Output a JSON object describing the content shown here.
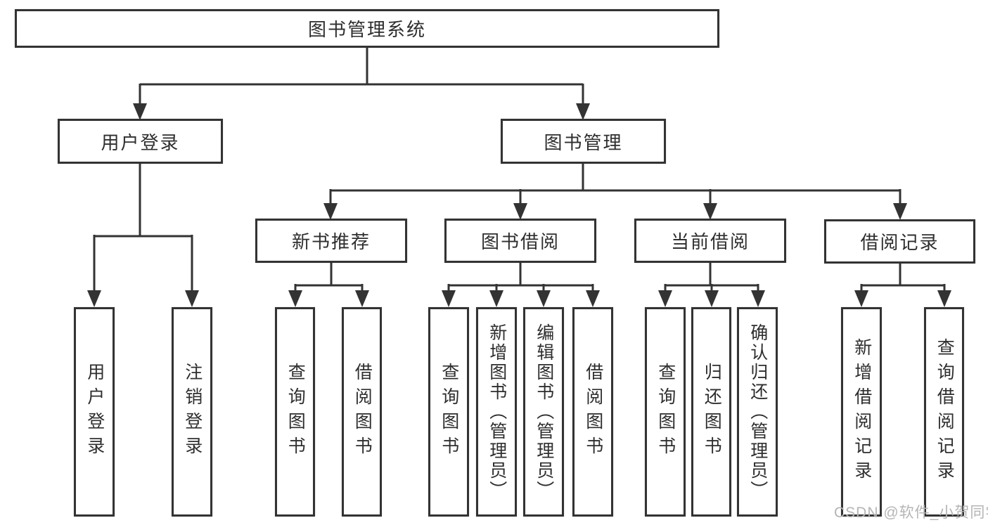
{
  "title": "图书管理系统",
  "watermark": "CSDN @软件_小贺同学",
  "colors": {
    "line": "#333333",
    "box_border": "#333333",
    "text": "#2e2e2e",
    "background": "#ffffff",
    "watermark": "#b5b5b5"
  },
  "nodes": {
    "root": {
      "label": "图书管理系统"
    },
    "user_login": {
      "label": "用户登录",
      "parent": "图书管理系统"
    },
    "book_mgmt": {
      "label": "图书管理",
      "parent": "图书管理系统"
    },
    "new_book_rec": {
      "label": "新书推荐",
      "parent": "图书管理"
    },
    "book_borrow": {
      "label": "图书借阅",
      "parent": "图书管理"
    },
    "current_borrow": {
      "label": "当前借阅",
      "parent": "图书管理"
    },
    "borrow_records": {
      "label": "借阅记录",
      "parent": "图书管理"
    },
    "login_user": {
      "label": "用户登录",
      "parent": "用户登录"
    },
    "login_logout": {
      "label": "注销登录",
      "parent": "用户登录"
    },
    "rec_query": {
      "label": "查询图书",
      "parent": "新书推荐"
    },
    "rec_borrow": {
      "label": "借阅图书",
      "parent": "新书推荐"
    },
    "bb_query": {
      "label": "查询图书",
      "parent": "图书借阅"
    },
    "bb_add": {
      "label": "新增图书（管理员）",
      "parent": "图书借阅"
    },
    "bb_edit": {
      "label": "编辑图书（管理员）",
      "parent": "图书借阅"
    },
    "bb_borrow": {
      "label": "借阅图书",
      "parent": "图书借阅"
    },
    "cb_query": {
      "label": "查询图书",
      "parent": "当前借阅"
    },
    "cb_return": {
      "label": "归还图书",
      "parent": "当前借阅"
    },
    "cb_confirm": {
      "label": "确认归还（管理员）",
      "parent": "当前借阅"
    },
    "br_add": {
      "label": "新增借阅记录",
      "parent": "借阅记录"
    },
    "br_query": {
      "label": "查询借阅记录",
      "parent": "借阅记录"
    }
  }
}
